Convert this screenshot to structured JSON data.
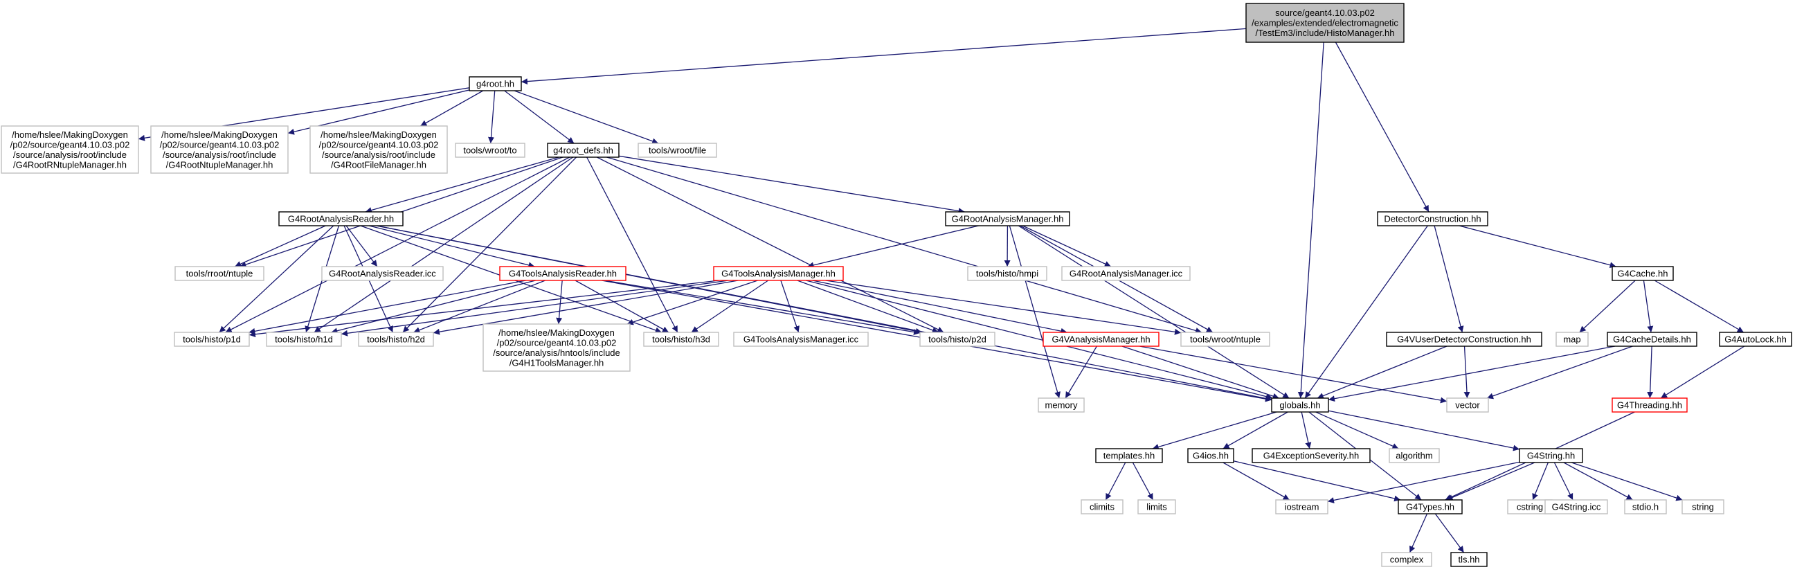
{
  "colors": {
    "edge": "#191970",
    "focus_fill": "#bfbfbf",
    "node_border": "#000000",
    "external_border": "#bfbfbf",
    "incomplete_border": "#ff0000",
    "text_external": "#333333"
  },
  "nodes": [
    {
      "id": "histomanager",
      "lines": [
        "source/geant4.10.03.p02",
        "/examples/extended/electromagnetic",
        "/TestEm3/include/HistoManager.hh"
      ],
      "style": "focus"
    },
    {
      "id": "g4root",
      "lines": [
        "g4root.hh"
      ],
      "style": "normal"
    },
    {
      "id": "g4rootrntuplemanager",
      "lines": [
        "/home/hslee/MakingDoxygen",
        "/p02/source/geant4.10.03.p02",
        "/source/analysis/root/include",
        "/G4RootRNtupleManager.hh"
      ],
      "style": "external"
    },
    {
      "id": "g4rootntuplemanager",
      "lines": [
        "/home/hslee/MakingDoxygen",
        "/p02/source/geant4.10.03.p02",
        "/source/analysis/root/include",
        "/G4RootNtupleManager.hh"
      ],
      "style": "external"
    },
    {
      "id": "g4rootfilemanager",
      "lines": [
        "/home/hslee/MakingDoxygen",
        "/p02/source/geant4.10.03.p02",
        "/source/analysis/root/include",
        "/G4RootFileManager.hh"
      ],
      "style": "external"
    },
    {
      "id": "wroot_to",
      "lines": [
        "tools/wroot/to"
      ],
      "style": "external"
    },
    {
      "id": "g4root_defs",
      "lines": [
        "g4root_defs.hh"
      ],
      "style": "normal"
    },
    {
      "id": "wroot_file",
      "lines": [
        "tools/wroot/file"
      ],
      "style": "external"
    },
    {
      "id": "g4rootanalysisreader",
      "lines": [
        "G4RootAnalysisReader.hh"
      ],
      "style": "normal"
    },
    {
      "id": "g4rootanalysismanager",
      "lines": [
        "G4RootAnalysisManager.hh"
      ],
      "style": "normal"
    },
    {
      "id": "detectorconstruction",
      "lines": [
        "DetectorConstruction.hh"
      ],
      "style": "normal"
    },
    {
      "id": "rroot_ntuple",
      "lines": [
        "tools/rroot/ntuple"
      ],
      "style": "external"
    },
    {
      "id": "g4rootanalysisreader_icc",
      "lines": [
        "G4RootAnalysisReader.icc"
      ],
      "style": "external"
    },
    {
      "id": "g4toolsanalysisreader",
      "lines": [
        "G4ToolsAnalysisReader.hh"
      ],
      "style": "incomplete"
    },
    {
      "id": "g4toolsanalysismanager",
      "lines": [
        "G4ToolsAnalysisManager.hh"
      ],
      "style": "incomplete"
    },
    {
      "id": "histo_hmpi",
      "lines": [
        "tools/histo/hmpi"
      ],
      "style": "external"
    },
    {
      "id": "g4rootanalysismanager_icc",
      "lines": [
        "G4RootAnalysisManager.icc"
      ],
      "style": "external"
    },
    {
      "id": "g4cache",
      "lines": [
        "G4Cache.hh"
      ],
      "style": "normal"
    },
    {
      "id": "histo_p1d",
      "lines": [
        "tools/histo/p1d"
      ],
      "style": "external"
    },
    {
      "id": "histo_h1d",
      "lines": [
        "tools/histo/h1d"
      ],
      "style": "external"
    },
    {
      "id": "histo_h2d",
      "lines": [
        "tools/histo/h2d"
      ],
      "style": "external"
    },
    {
      "id": "g4h1toolsmanager",
      "lines": [
        "/home/hslee/MakingDoxygen",
        "/p02/source/geant4.10.03.p02",
        "/source/analysis/hntools/include",
        "/G4H1ToolsManager.hh"
      ],
      "style": "external"
    },
    {
      "id": "histo_h3d",
      "lines": [
        "tools/histo/h3d"
      ],
      "style": "external"
    },
    {
      "id": "g4toolsanalysismanager_icc",
      "lines": [
        "G4ToolsAnalysisManager.icc"
      ],
      "style": "external"
    },
    {
      "id": "histo_p2d",
      "lines": [
        "tools/histo/p2d"
      ],
      "style": "external"
    },
    {
      "id": "g4vanalysismanager",
      "lines": [
        "G4VAnalysisManager.hh"
      ],
      "style": "incomplete"
    },
    {
      "id": "wroot_ntuple",
      "lines": [
        "tools/wroot/ntuple"
      ],
      "style": "external"
    },
    {
      "id": "g4vuserdetectorconstruction",
      "lines": [
        "G4VUserDetectorConstruction.hh"
      ],
      "style": "normal"
    },
    {
      "id": "map",
      "lines": [
        "map"
      ],
      "style": "external"
    },
    {
      "id": "g4cachedetails",
      "lines": [
        "G4CacheDetails.hh"
      ],
      "style": "normal"
    },
    {
      "id": "g4autolock",
      "lines": [
        "G4AutoLock.hh"
      ],
      "style": "normal"
    },
    {
      "id": "memory",
      "lines": [
        "memory"
      ],
      "style": "external"
    },
    {
      "id": "globals",
      "lines": [
        "globals.hh"
      ],
      "style": "normal"
    },
    {
      "id": "vector",
      "lines": [
        "vector"
      ],
      "style": "external"
    },
    {
      "id": "g4threading",
      "lines": [
        "G4Threading.hh"
      ],
      "style": "incomplete"
    },
    {
      "id": "templates",
      "lines": [
        "templates.hh"
      ],
      "style": "normal"
    },
    {
      "id": "g4ios",
      "lines": [
        "G4ios.hh"
      ],
      "style": "normal"
    },
    {
      "id": "g4exceptionseverity",
      "lines": [
        "G4ExceptionSeverity.hh"
      ],
      "style": "normal"
    },
    {
      "id": "algorithm",
      "lines": [
        "algorithm"
      ],
      "style": "external"
    },
    {
      "id": "g4string",
      "lines": [
        "G4String.hh"
      ],
      "style": "normal"
    },
    {
      "id": "climits",
      "lines": [
        "climits"
      ],
      "style": "external"
    },
    {
      "id": "limits",
      "lines": [
        "limits"
      ],
      "style": "external"
    },
    {
      "id": "iostream",
      "lines": [
        "iostream"
      ],
      "style": "external"
    },
    {
      "id": "g4types",
      "lines": [
        "G4Types.hh"
      ],
      "style": "normal"
    },
    {
      "id": "cstring",
      "lines": [
        "cstring"
      ],
      "style": "external"
    },
    {
      "id": "g4string_icc",
      "lines": [
        "G4String.icc"
      ],
      "style": "external"
    },
    {
      "id": "stdio",
      "lines": [
        "stdio.h"
      ],
      "style": "external"
    },
    {
      "id": "string",
      "lines": [
        "string"
      ],
      "style": "external"
    },
    {
      "id": "complex",
      "lines": [
        "complex"
      ],
      "style": "external"
    },
    {
      "id": "tls",
      "lines": [
        "tls.hh"
      ],
      "style": "normal"
    }
  ],
  "edges": [
    [
      "histomanager",
      "g4root"
    ],
    [
      "histomanager",
      "detectorconstruction"
    ],
    [
      "histomanager",
      "globals"
    ],
    [
      "g4root",
      "g4rootrntuplemanager"
    ],
    [
      "g4root",
      "g4rootntuplemanager"
    ],
    [
      "g4root",
      "g4rootfilemanager"
    ],
    [
      "g4root",
      "wroot_to"
    ],
    [
      "g4root",
      "g4root_defs"
    ],
    [
      "g4root",
      "wroot_file"
    ],
    [
      "g4root_defs",
      "g4rootanalysisreader"
    ],
    [
      "g4root_defs",
      "g4rootanalysismanager"
    ],
    [
      "g4root_defs",
      "rroot_ntuple"
    ],
    [
      "g4root_defs",
      "histo_p1d"
    ],
    [
      "g4root_defs",
      "histo_h1d"
    ],
    [
      "g4root_defs",
      "histo_h2d"
    ],
    [
      "g4root_defs",
      "histo_h3d"
    ],
    [
      "g4root_defs",
      "histo_p2d"
    ],
    [
      "g4root_defs",
      "wroot_ntuple"
    ],
    [
      "g4rootanalysisreader",
      "rroot_ntuple"
    ],
    [
      "g4rootanalysisreader",
      "g4rootanalysisreader_icc"
    ],
    [
      "g4rootanalysisreader",
      "g4toolsanalysisreader"
    ],
    [
      "g4rootanalysisreader",
      "histo_p1d"
    ],
    [
      "g4rootanalysisreader",
      "histo_h1d"
    ],
    [
      "g4rootanalysisreader",
      "histo_h2d"
    ],
    [
      "g4rootanalysisreader",
      "histo_h3d"
    ],
    [
      "g4rootanalysisreader",
      "histo_p2d"
    ],
    [
      "g4rootanalysisreader",
      "globals"
    ],
    [
      "g4rootanalysismanager",
      "g4toolsanalysismanager"
    ],
    [
      "g4rootanalysismanager",
      "histo_hmpi"
    ],
    [
      "g4rootanalysismanager",
      "g4rootanalysismanager_icc"
    ],
    [
      "g4rootanalysismanager",
      "wroot_ntuple"
    ],
    [
      "g4rootanalysismanager",
      "memory"
    ],
    [
      "g4rootanalysismanager",
      "globals"
    ],
    [
      "g4toolsanalysisreader",
      "histo_p1d"
    ],
    [
      "g4toolsanalysisreader",
      "histo_h1d"
    ],
    [
      "g4toolsanalysisreader",
      "histo_h2d"
    ],
    [
      "g4toolsanalysisreader",
      "g4h1toolsmanager"
    ],
    [
      "g4toolsanalysisreader",
      "histo_h3d"
    ],
    [
      "g4toolsanalysisreader",
      "histo_p2d"
    ],
    [
      "g4toolsanalysisreader",
      "globals"
    ],
    [
      "g4toolsanalysismanager",
      "histo_p1d"
    ],
    [
      "g4toolsanalysismanager",
      "histo_h1d"
    ],
    [
      "g4toolsanalysismanager",
      "histo_h2d"
    ],
    [
      "g4toolsanalysismanager",
      "g4h1toolsmanager"
    ],
    [
      "g4toolsanalysismanager",
      "histo_h3d"
    ],
    [
      "g4toolsanalysismanager",
      "g4toolsanalysismanager_icc"
    ],
    [
      "g4toolsanalysismanager",
      "histo_p2d"
    ],
    [
      "g4toolsanalysismanager",
      "g4vanalysismanager"
    ],
    [
      "g4toolsanalysismanager",
      "wroot_ntuple"
    ],
    [
      "g4toolsanalysismanager",
      "globals"
    ],
    [
      "g4vanalysismanager",
      "memory"
    ],
    [
      "g4vanalysismanager",
      "globals"
    ],
    [
      "g4vanalysismanager",
      "vector"
    ],
    [
      "detectorconstruction",
      "g4vuserdetectorconstruction"
    ],
    [
      "detectorconstruction",
      "g4cache"
    ],
    [
      "detectorconstruction",
      "globals"
    ],
    [
      "g4cache",
      "map"
    ],
    [
      "g4cache",
      "g4cachedetails"
    ],
    [
      "g4cache",
      "g4autolock"
    ],
    [
      "g4vuserdetectorconstruction",
      "globals"
    ],
    [
      "g4vuserdetectorconstruction",
      "vector"
    ],
    [
      "g4cachedetails",
      "globals"
    ],
    [
      "g4cachedetails",
      "vector"
    ],
    [
      "g4cachedetails",
      "g4threading"
    ],
    [
      "g4autolock",
      "g4threading"
    ],
    [
      "g4threading",
      "g4types"
    ],
    [
      "globals",
      "templates"
    ],
    [
      "globals",
      "g4ios"
    ],
    [
      "globals",
      "g4exceptionseverity"
    ],
    [
      "globals",
      "algorithm"
    ],
    [
      "globals",
      "g4string"
    ],
    [
      "globals",
      "g4types"
    ],
    [
      "templates",
      "climits"
    ],
    [
      "templates",
      "limits"
    ],
    [
      "g4ios",
      "iostream"
    ],
    [
      "g4ios",
      "g4types"
    ],
    [
      "g4string",
      "iostream"
    ],
    [
      "g4string",
      "g4types"
    ],
    [
      "g4string",
      "cstring"
    ],
    [
      "g4string",
      "g4string_icc"
    ],
    [
      "g4string",
      "stdio"
    ],
    [
      "g4string",
      "string"
    ],
    [
      "g4types",
      "complex"
    ],
    [
      "g4types",
      "tls"
    ]
  ]
}
